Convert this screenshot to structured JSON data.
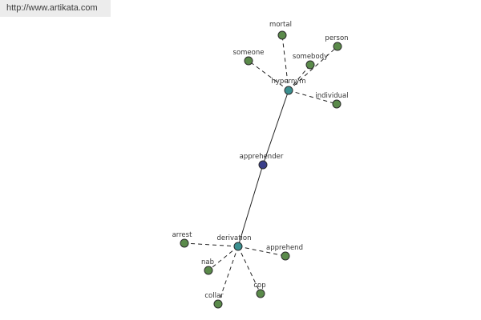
{
  "watermark": {
    "url": "http://www.artikata.com"
  },
  "colors": {
    "leaf_fill": "#5a8a4a",
    "hub_fill": "#3a8f8f",
    "center_fill": "#3a3f8a",
    "node_stroke": "#2b2b2b",
    "edge": "#222222"
  },
  "nodes": {
    "center": {
      "label": "apprehender"
    },
    "hypernym": {
      "label": "hypernym"
    },
    "derivation": {
      "label": "derivation"
    },
    "mortal": {
      "label": "mortal"
    },
    "person": {
      "label": "person"
    },
    "someone": {
      "label": "someone"
    },
    "somebody": {
      "label": "somebody"
    },
    "individual": {
      "label": "individual"
    },
    "arrest": {
      "label": "arrest"
    },
    "apprehend": {
      "label": "apprehend"
    },
    "nab": {
      "label": "nab"
    },
    "cop": {
      "label": "cop"
    },
    "collar": {
      "label": "collar"
    }
  }
}
